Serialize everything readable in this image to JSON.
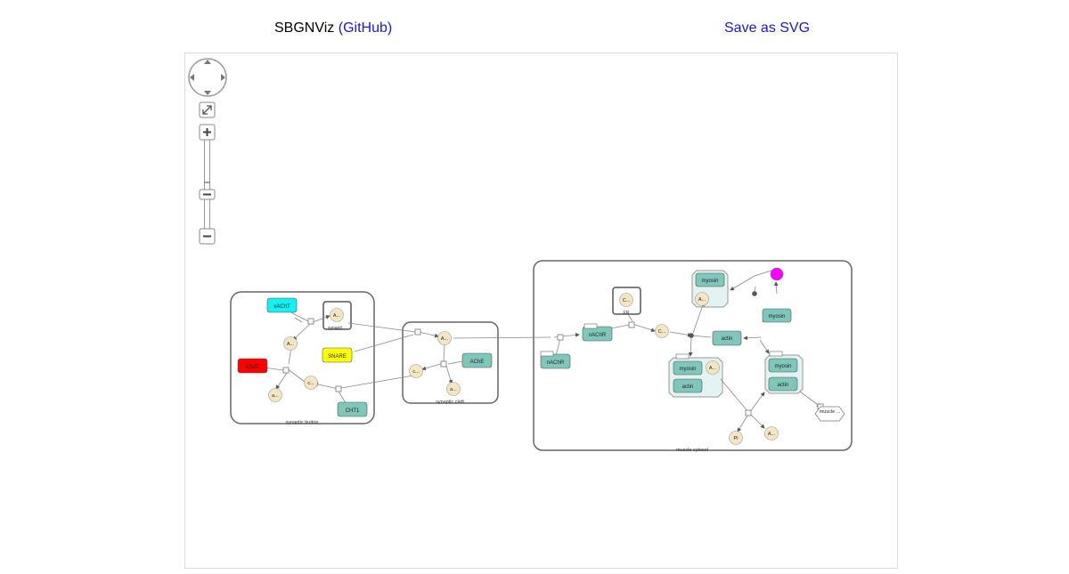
{
  "header": {
    "app_name": "SBGNViz",
    "github_label": "(GitHub)",
    "save_label": "Save as SVG"
  },
  "diagram": {
    "compartments": {
      "synaptic_button": "synaptic button",
      "synaptic_cleft": "synaptic cleft",
      "muscle_cytosol": "muscle cytosol",
      "synaptic_vesicle": "synapti...",
      "small_box": "ER"
    },
    "nodes": {
      "vacht": "vAChT",
      "chat": "ChAT",
      "snare": "SNARE",
      "cht1": "CHT1",
      "ache": "AChE",
      "nachr_pre": "nAChR",
      "nachr_post": "nAChR",
      "myosin_top": "myosin",
      "myosin_right": "myosin",
      "myosin_complex1": "myosin",
      "actin_complex1": "actin",
      "myosin_complex2": "myosin",
      "actin_complex2": "actin",
      "actin_middle": "actin",
      "muscle_contraction": "muscle ...",
      "m_ach_vesicle": "A...",
      "m_ach_button": "A...",
      "m_acetyl": "a...",
      "m_choline_button": "c...",
      "m_ach_cleft": "A...",
      "m_choline_cleft": "c...",
      "m_acetate": "a...",
      "m_ca_box": "C...",
      "m_ca_cytosol": "C...",
      "m_atp_top": "A...",
      "m_atp_complex": "A...",
      "m_pi": "Pi",
      "m_adp": "A..."
    },
    "state_labels": {
      "nachr_pre_state": "",
      "nachr_post_state": ""
    }
  }
}
